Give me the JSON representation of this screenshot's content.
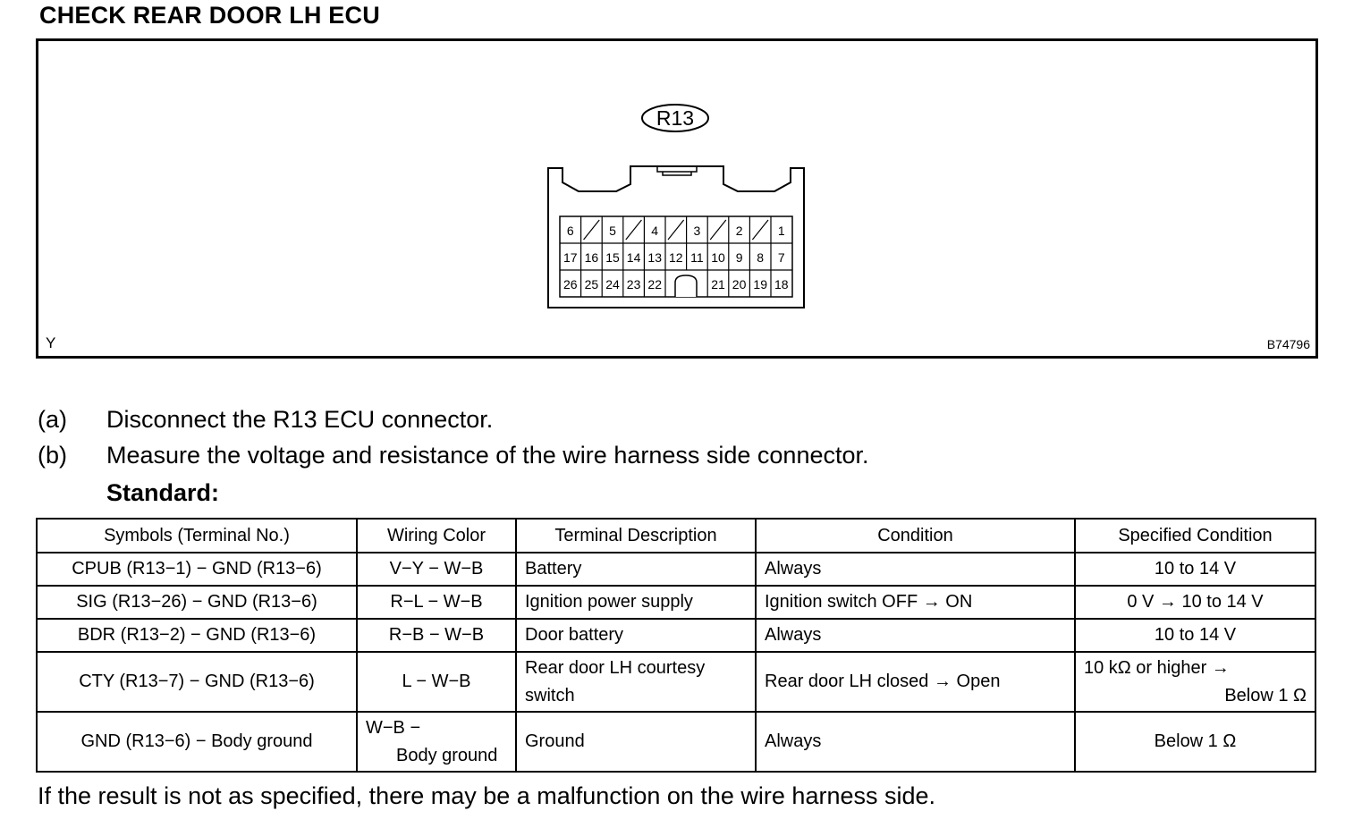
{
  "heading": "CHECK REAR DOOR LH ECU",
  "figure": {
    "connector_label": "R13",
    "corner_left": "Y",
    "corner_right": "B74796",
    "pins": {
      "row1": [
        "6",
        "5",
        "4",
        "3",
        "2",
        "1"
      ],
      "row2": [
        "17",
        "16",
        "15",
        "14",
        "13",
        "12",
        "11",
        "10",
        "9",
        "8",
        "7"
      ],
      "row3_left": [
        "26",
        "25",
        "24",
        "23",
        "22"
      ],
      "row3_right": [
        "21",
        "20",
        "19",
        "18"
      ]
    }
  },
  "steps": [
    {
      "label": "(a)",
      "text": "Disconnect the R13 ECU connector."
    },
    {
      "label": "(b)",
      "text": "Measure the voltage and resistance of the wire harness side connector."
    }
  ],
  "standard_label": "Standard:",
  "table": {
    "headers": [
      "Symbols (Terminal No.)",
      "Wiring Color",
      "Terminal Description",
      "Condition",
      "Specified Condition"
    ],
    "rows": [
      {
        "symbols": "CPUB (R13−1) − GND (R13−6)",
        "color": "V−Y − W−B",
        "description": "Battery",
        "condition": "Always",
        "spec": "10 to 14 V"
      },
      {
        "symbols": "SIG (R13−26) − GND (R13−6)",
        "color": "R−L − W−B",
        "description": "Ignition power supply",
        "condition": "Ignition switch OFF → ON",
        "spec": "0 V → 10 to 14 V"
      },
      {
        "symbols": "BDR (R13−2) − GND (R13−6)",
        "color": "R−B − W−B",
        "description": "Door battery",
        "condition": "Always",
        "spec": "10 to 14 V"
      },
      {
        "symbols": "CTY (R13−7) − GND (R13−6)",
        "color": "L − W−B",
        "description_1": "Rear door LH courtesy",
        "description_2": "switch",
        "condition": "Rear door LH closed → Open",
        "spec_1": "10 kΩ or higher →",
        "spec_2": "Below 1 Ω"
      },
      {
        "symbols": "GND (R13−6) − Body ground",
        "color_1": "W−B −",
        "color_2": "Body ground",
        "description": "Ground",
        "condition": "Always",
        "spec": "Below 1 Ω"
      }
    ]
  },
  "footnote": "If the result is not as specified, there may be a malfunction on the wire harness side."
}
